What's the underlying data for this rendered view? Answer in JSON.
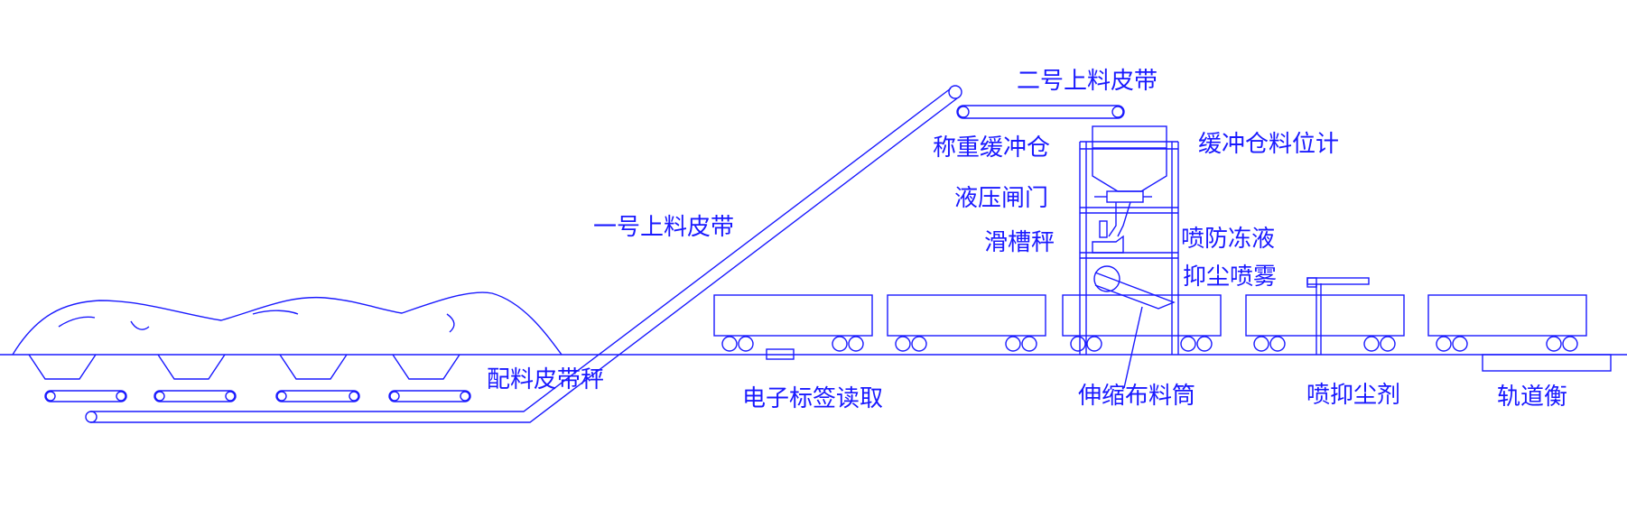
{
  "labels": {
    "belt_two": "二号上料皮带",
    "weigh_bin": "称重缓冲仓",
    "bin_level_meter": "缓冲仓料位计",
    "hydraulic_gate": "液压闸门",
    "belt_one": "一号上料皮带",
    "chute_scale": "滑槽秤",
    "antifreeze_spray": "喷防冻液",
    "dust_spray": "抑尘喷雾",
    "batching_scale": "配料皮带秤",
    "rfid_reader": "电子标签读取",
    "telescopic_chute": "伸缩布料筒",
    "dust_agent_spray": "喷抑尘剂",
    "track_scale": "轨道衡"
  },
  "colors": {
    "line": "#1a1aff",
    "background": "#ffffff"
  }
}
